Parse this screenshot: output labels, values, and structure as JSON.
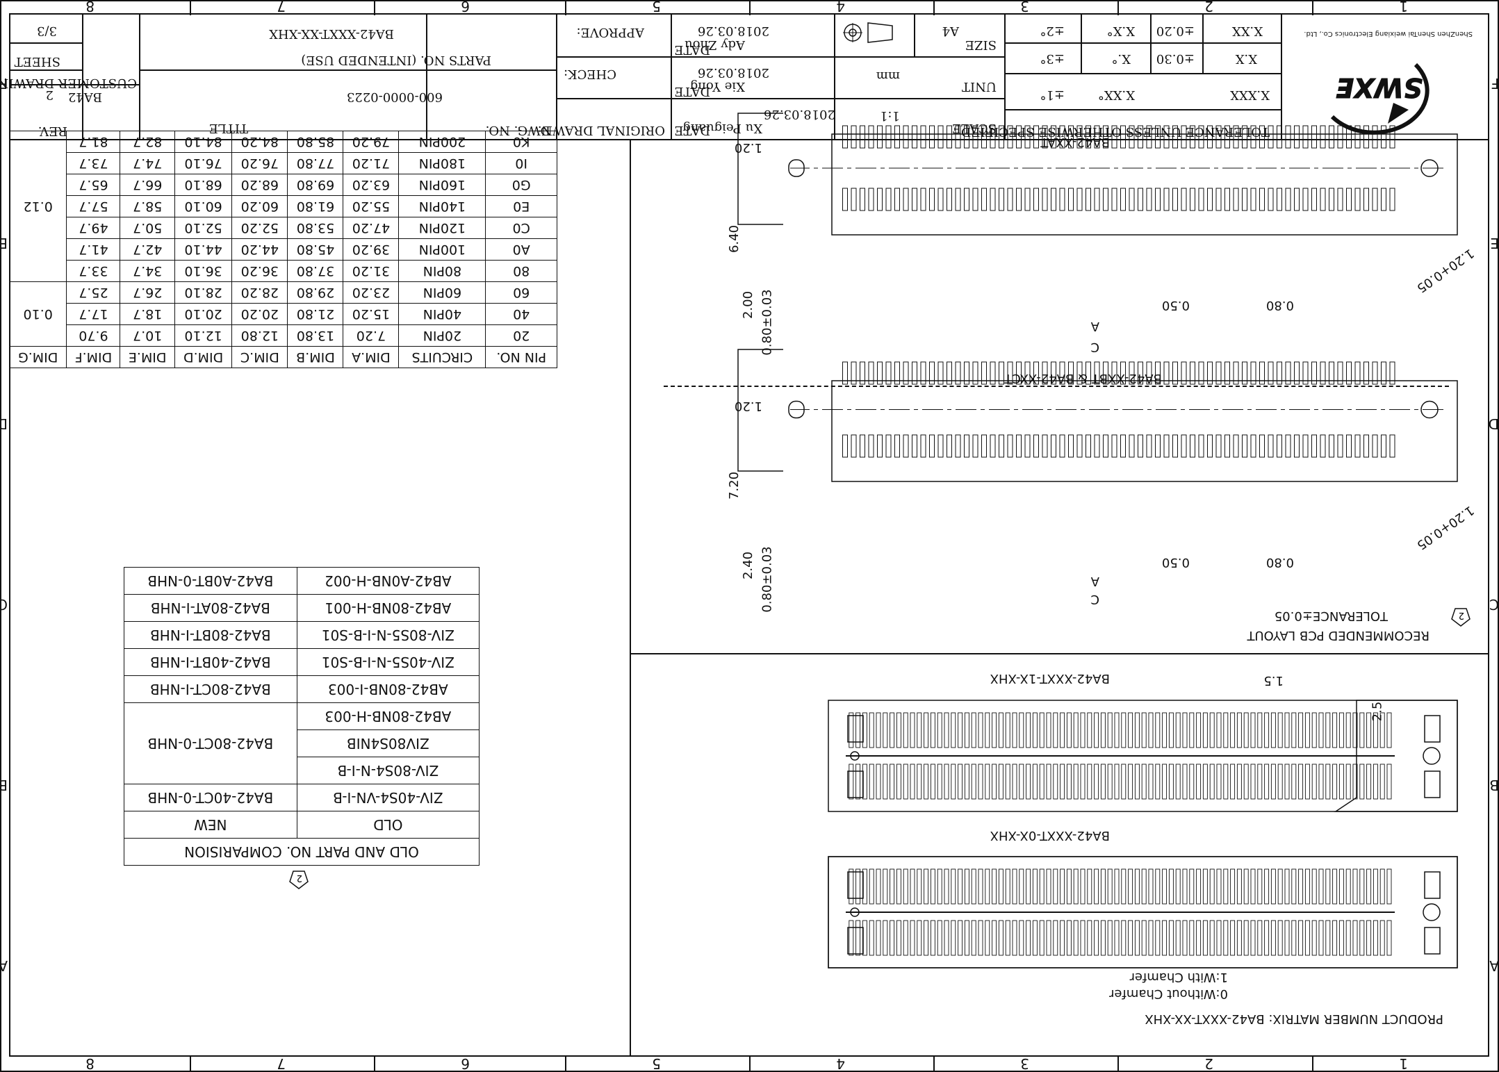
{
  "border": {
    "zone_numbers": [
      "8",
      "7",
      "6",
      "5",
      "4",
      "3",
      "2",
      "1"
    ],
    "zone_letters": [
      "F",
      "E",
      "D",
      "C",
      "B",
      "A"
    ]
  },
  "title_block": {
    "company_en": "ShenZhen ShenTai weixiang Electronics Co., Ltd.",
    "logo_text": "SWXE",
    "tolerance_header": "TOLERANCE UNLESS OTHERWISE SPECIFIED",
    "tol_rows": [
      {
        "a": "X.X",
        "b": "±0.30",
        "c": "X.°",
        "d": "±3°"
      },
      {
        "a": "X.XX",
        "b": "±0.20",
        "c": "X.X°",
        "d": "±2°"
      },
      {
        "a": "X.XXX",
        "b": "",
        "c": "X.XX°",
        "d": "±1°"
      }
    ],
    "scale_label": "SCALE",
    "scale_value": "1:1",
    "unit_label": "UNIT",
    "unit_value": "mm",
    "size_label": "SIZE",
    "size_value": "A4",
    "drawn_label": "ORIGINAL DRAWN:",
    "drawn_name": "Xu Peiguang",
    "check_label": "CHECK:",
    "check_name": "Xie Yong",
    "approve_label": "APPROVE:",
    "approve_name": "Ady Zhou",
    "date_label": "DATE",
    "date_value": "2018.03.26",
    "dwg_label": "DWG. NO.",
    "dwg_value": "600-0000-0223",
    "parts_label": "PARTS NO. (INTENDED USE)",
    "parts_value": "BA42-XXXT-XX-XHX",
    "title_label": "TITLE",
    "title_line1": "CUSTOMER DRAWING",
    "title_line2": "BA42",
    "rev_label": "REV.",
    "rev_value": "2",
    "sheet_label": "SHEET",
    "sheet_value": "3/3"
  },
  "dim_table": {
    "headers": [
      "PIN NO.",
      "CIRCUITS",
      "DIM.A",
      "DIM.B",
      "DIM.C",
      "DIM.D",
      "DIM.E",
      "DIM.F",
      "DIM.G"
    ],
    "rows": [
      [
        "20",
        "20PIN",
        "7.20",
        "13.80",
        "12.80",
        "12.10",
        "10.7",
        "9.70"
      ],
      [
        "40",
        "40PIN",
        "15.20",
        "21.80",
        "20.20",
        "20.10",
        "18.7",
        "17.7"
      ],
      [
        "60",
        "60PIN",
        "23.20",
        "29.80",
        "28.20",
        "28.10",
        "26.7",
        "25.7"
      ],
      [
        "80",
        "80PIN",
        "31.20",
        "37.80",
        "36.20",
        "36.10",
        "34.7",
        "33.7"
      ],
      [
        "A0",
        "100PIN",
        "39.20",
        "45.80",
        "44.20",
        "44.10",
        "42.7",
        "41.7"
      ],
      [
        "C0",
        "120PIN",
        "47.20",
        "53.80",
        "52.20",
        "52.10",
        "50.7",
        "49.7"
      ],
      [
        "E0",
        "140PIN",
        "55.20",
        "61.80",
        "60.20",
        "60.10",
        "58.7",
        "57.7"
      ],
      [
        "G0",
        "160PIN",
        "63.20",
        "69.80",
        "68.20",
        "68.10",
        "66.7",
        "65.7"
      ],
      [
        "I0",
        "180PIN",
        "71.20",
        "77.80",
        "76.20",
        "76.10",
        "74.7",
        "73.7"
      ],
      [
        "K0",
        "200PIN",
        "79.20",
        "85.80",
        "84.20",
        "84.10",
        "82.7",
        "81.7"
      ]
    ],
    "dim_g": [
      "0.10",
      "0.12"
    ]
  },
  "compare_table": {
    "title": "OLD AND PART NO. COMPARISION",
    "old_header": "OLD",
    "new_header": "NEW",
    "rows": [
      {
        "old": "ZIV-40S4-VN-I-B",
        "new": "BA42-40CT-0-NHB"
      },
      {
        "old": "ZIV-80S4-N-I-B",
        "new": "BA42-80CT-0-NHB"
      },
      {
        "old": "ZIV80S4NIB",
        "new": ""
      },
      {
        "old": "AB42-80NB-H-003",
        "new": ""
      },
      {
        "old": "AB42-80NB-I-003",
        "new": "BA42-80CT-I-NHB"
      },
      {
        "old": "ZIV-40S5-N-I-B-S01",
        "new": "BA42-40BT-I-NHB"
      },
      {
        "old": "ZIV-80S5-N-I-B-S01",
        "new": "BA42-80BT-I-NHB"
      },
      {
        "old": "AB42-80NB-H-001",
        "new": "BA42-80AT-I-NHB"
      },
      {
        "old": "AB42-A0NB-H-002",
        "new": "BA42-A0BT-0-NHB"
      }
    ],
    "rev_mark": "2"
  },
  "layout_top": {
    "title": "BA42-XXAT",
    "dims": [
      "1.20",
      "6.40",
      "2.00",
      "0.80±0.03",
      "0.50",
      "0.80",
      "A",
      "C",
      "1.20+0.05"
    ]
  },
  "layout_bottom": {
    "title": "BA42-XXBT & BA42-XXCT",
    "dims": [
      "1.20",
      "7.20",
      "2.40",
      "0.80±0.03",
      "0.50",
      "0.80",
      "A",
      "C",
      "1.20+0.05"
    ],
    "rec_title": "RECOMMENDED PCB LAYOUT",
    "tolerance": "TOLERANCE±0.05",
    "rev_mark": "2"
  },
  "products": {
    "top_label": "BA42-XXXT-1X-XHX",
    "bottom_label": "BA42-XXXT-0X-XHX",
    "dim_15": "1.5",
    "dim_25": "2.5"
  },
  "matrix": {
    "line1": "PRODUCT NUMBER MATRIX: BA42-XXXT-XX-XHX",
    "line2": "0:Without Chamfer",
    "line3": "1:With Chamfer"
  }
}
